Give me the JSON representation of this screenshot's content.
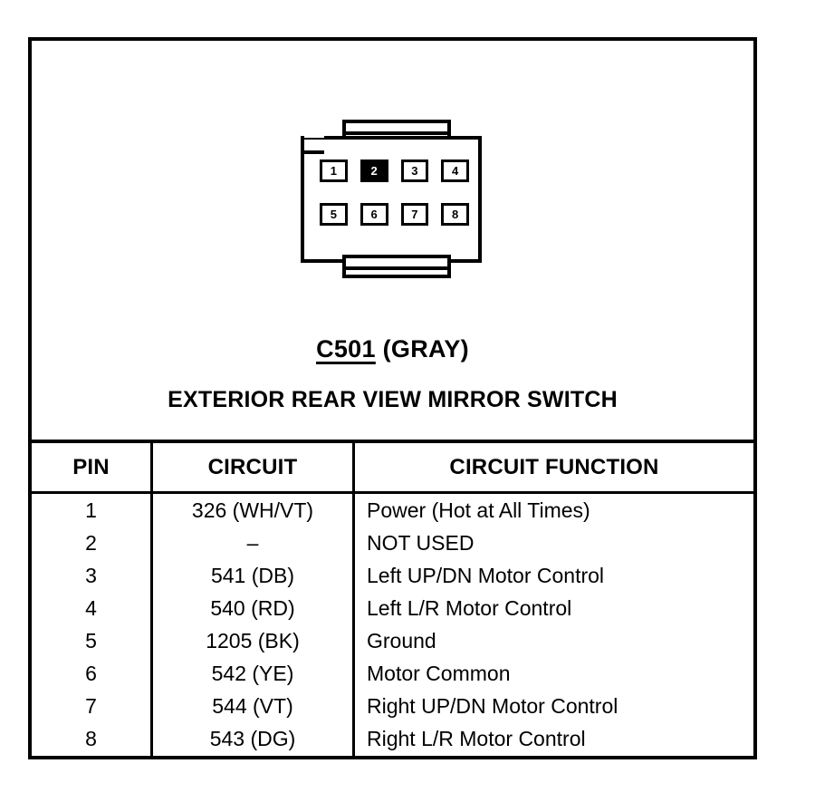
{
  "connector": {
    "id": "C501",
    "color_label": "(GRAY)",
    "title": "EXTERIOR REAR VIEW MIRROR SWITCH",
    "pin_rows": [
      [
        {
          "number": "1",
          "state": "normal"
        },
        {
          "number": "2",
          "state": "unused"
        },
        {
          "number": "3",
          "state": "normal"
        },
        {
          "number": "4",
          "state": "normal"
        }
      ],
      [
        {
          "number": "5",
          "state": "normal"
        },
        {
          "number": "6",
          "state": "normal"
        },
        {
          "number": "7",
          "state": "normal"
        },
        {
          "number": "8",
          "state": "normal"
        }
      ]
    ]
  },
  "table": {
    "headers": {
      "pin": "PIN",
      "circuit": "CIRCUIT",
      "function": "CIRCUIT FUNCTION"
    },
    "rows": [
      {
        "pin": "1",
        "circuit": "326 (WH/VT)",
        "function": "Power (Hot at All Times)"
      },
      {
        "pin": "2",
        "circuit": "–",
        "function": "NOT USED"
      },
      {
        "pin": "3",
        "circuit": "541 (DB)",
        "function": "Left UP/DN Motor Control"
      },
      {
        "pin": "4",
        "circuit": "540 (RD)",
        "function": "Left L/R Motor Control"
      },
      {
        "pin": "5",
        "circuit": "1205 (BK)",
        "function": "Ground"
      },
      {
        "pin": "6",
        "circuit": "542 (YE)",
        "function": "Motor Common"
      },
      {
        "pin": "7",
        "circuit": "544 (VT)",
        "function": "Right UP/DN Motor Control"
      },
      {
        "pin": "8",
        "circuit": "543 (DG)",
        "function": "Right L/R Motor Control"
      }
    ]
  },
  "colors": {
    "ink": "#000000",
    "paper": "#ffffff"
  }
}
